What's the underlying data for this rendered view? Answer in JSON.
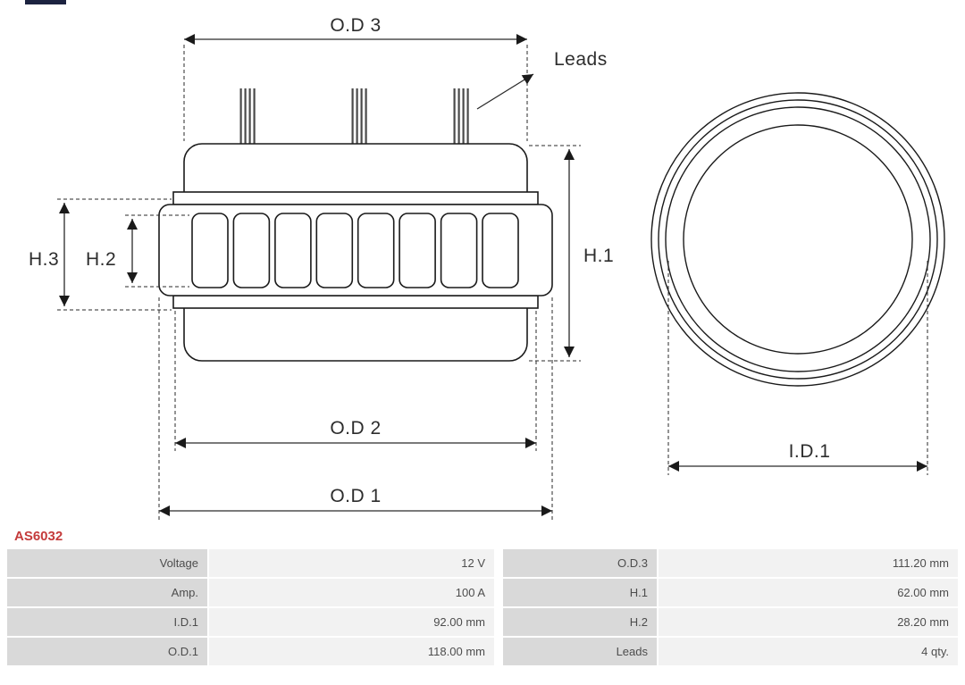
{
  "page": {
    "part_number": "AS6032"
  },
  "diagram": {
    "labels": {
      "od3": "O.D 3",
      "leads": "Leads",
      "h1": "H.1",
      "h2": "H.2",
      "h3": "H.3",
      "od2": "O.D 2",
      "od1": "O.D 1",
      "id1": "I.D.1"
    }
  },
  "spec_table": {
    "rows": [
      {
        "label_left": "Voltage",
        "value_left": "12 V",
        "label_right": "O.D.3",
        "value_right": "111.20 mm"
      },
      {
        "label_left": "Amp.",
        "value_left": "100 A",
        "label_right": "H.1",
        "value_right": "62.00 mm"
      },
      {
        "label_left": "I.D.1",
        "value_left": "92.00 mm",
        "label_right": "H.2",
        "value_right": "28.20 mm"
      },
      {
        "label_left": "O.D.1",
        "value_left": "118.00 mm",
        "label_right": "Leads",
        "value_right": "4 qty."
      }
    ]
  },
  "colors": {
    "part_number_red": "#c43b3b",
    "diagram_line": "#1a1a1a",
    "table_label_bg": "#d9d9d9",
    "table_value_bg": "#f2f2f2"
  }
}
